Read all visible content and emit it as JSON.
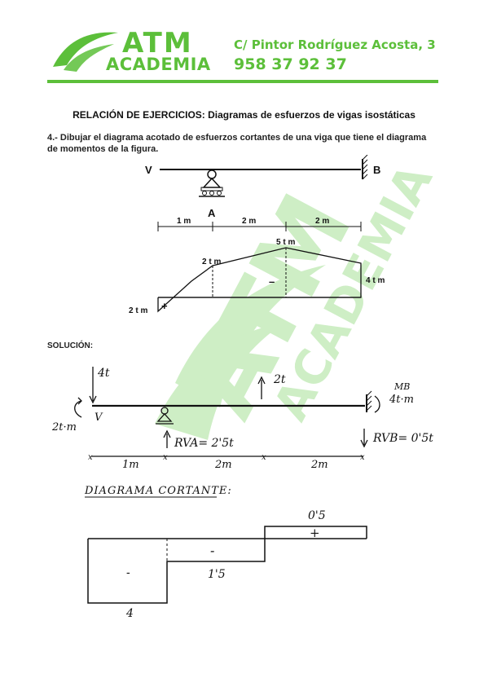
{
  "header": {
    "logo_line1": "ATM",
    "logo_line2": "ACADEMIA",
    "address": "C/ Pintor Rodríguez Acosta, 3",
    "phone": "958 37 92 37",
    "accent_color": "#5cbf3a"
  },
  "title": "RELACIÓN DE EJERCICIOS: Diagramas de esfuerzos de vigas isostáticas",
  "problem": {
    "statement": "4.- Dibujar el diagrama acotado de esfuerzos cortantes de una viga que tiene el diagrama de momentos de la figura.",
    "beam_left": "V",
    "beam_right": "B",
    "support_label": "A",
    "span1": "1 m",
    "span2": "2 m",
    "span3": "2 m",
    "moment_peak": "5 t m",
    "moment_a": "2 t m",
    "moment_right": "4 t m",
    "moment_left": "2 t m",
    "sign_neg": "–",
    "sign_pos": "+"
  },
  "solution": {
    "heading": "SOLUCIÓN:",
    "load_left": "4t",
    "moment_left": "2t·m",
    "beam_left": "V",
    "load_mid": "2t",
    "mb_label": "MB",
    "mb_value": "4t·m",
    "rva": "RVA= 2'5t",
    "rvb": "RVB= 0'5t",
    "span1": "1m",
    "span2": "2m",
    "span3": "2m",
    "diagram_title": "DIAGRAMA CORTANTE:",
    "shear_pos": "0'5",
    "shear_pos_sign": "+",
    "shear_neg_sign": "-",
    "shear_mid": "1'5",
    "shear_left_sign": "-",
    "shear_min": "4"
  },
  "watermark": {
    "line1": "ATM",
    "line2": "ACADEMIA"
  }
}
